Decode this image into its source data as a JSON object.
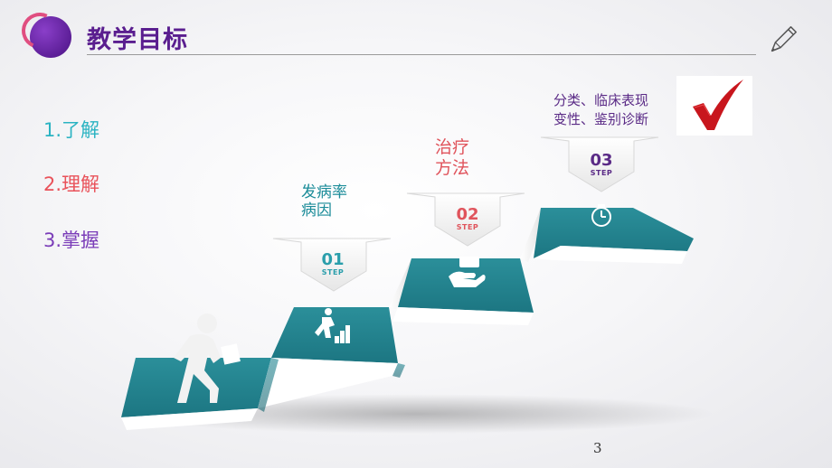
{
  "header": {
    "title": "教学目标",
    "icon": "pen-icon"
  },
  "objectives": [
    {
      "label": "1.了解",
      "color": "#2ab3c2"
    },
    {
      "label": "2.理解",
      "color": "#e9525a"
    },
    {
      "label": "3.掌握",
      "color": "#7a3cb8"
    }
  ],
  "steps": [
    {
      "number": "01",
      "step_word": "STEP",
      "label_line1": "发病率",
      "label_line2": "病因",
      "icon": "runner-stairs-icon"
    },
    {
      "number": "02",
      "step_word": "STEP",
      "label_line1": "治疗",
      "label_line2": "方法",
      "icon": "hand-money-icon"
    },
    {
      "number": "03",
      "step_word": "STEP",
      "label_line1": "分类、临床表现",
      "label_line2": "变性、鉴别诊断",
      "icon": "clock-icon"
    }
  ],
  "decorations": {
    "check_icon": "red-checkmark-icon",
    "walker_icon": "walking-person-icon"
  },
  "colors": {
    "teal": "#1f8f9c",
    "title_purple": "#5a1e8f",
    "red": "#e0545c"
  },
  "page_number": "3"
}
